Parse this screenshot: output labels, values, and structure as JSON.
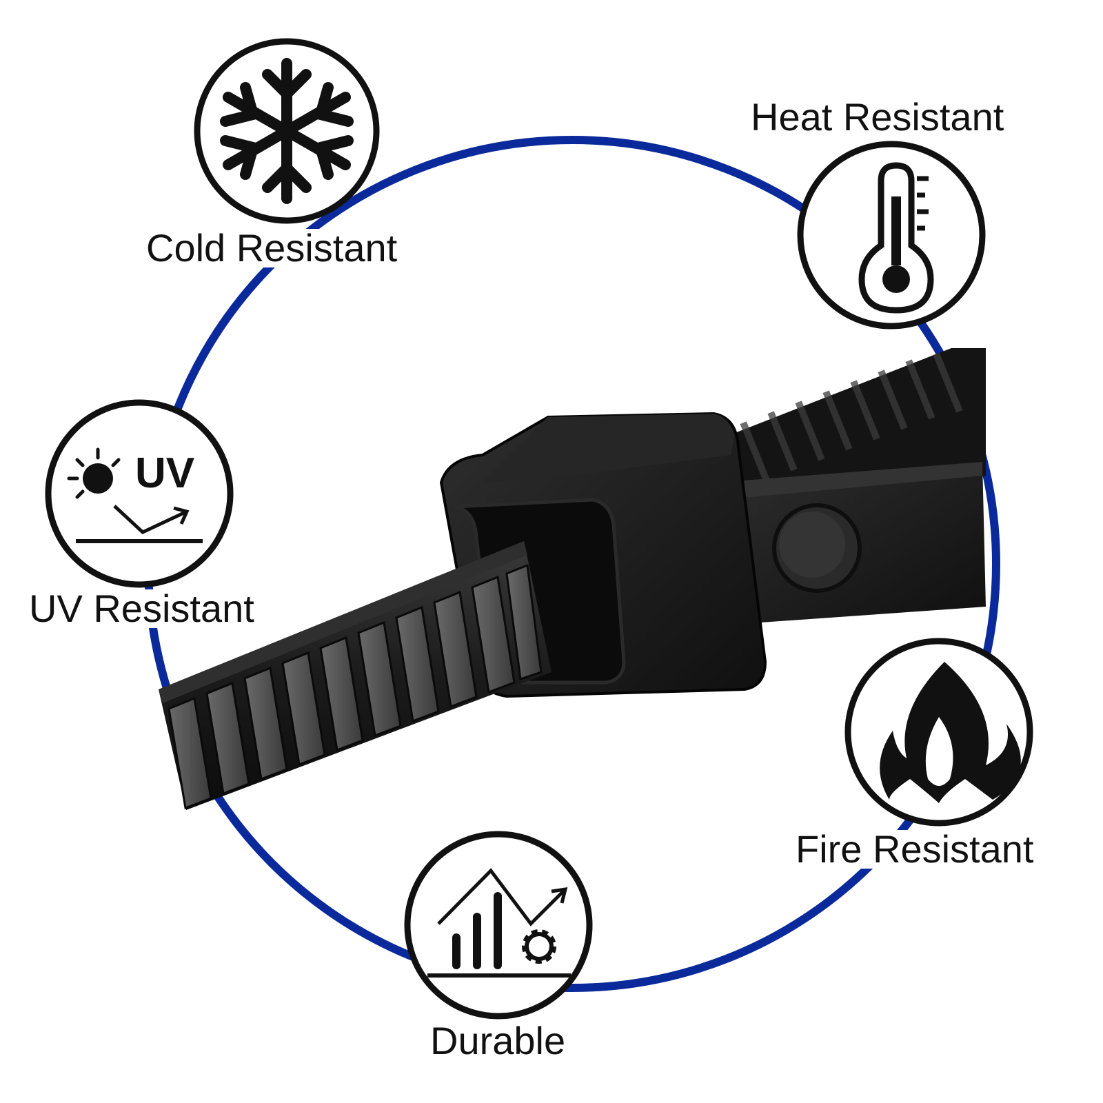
{
  "features": {
    "cold": {
      "label": "Cold Resistant",
      "icon": "snowflake-icon"
    },
    "heat": {
      "label": "Heat Resistant",
      "icon": "thermometer-icon"
    },
    "uv": {
      "label": "UV Resistant",
      "icon": "uv-icon",
      "badge_text": "UV"
    },
    "fire": {
      "label": "Fire Resistant",
      "icon": "flame-icon"
    },
    "durable": {
      "label": "Durable",
      "icon": "durability-chart-icon"
    }
  },
  "colors": {
    "ring": "#0a2a9c",
    "icon": "#111111",
    "background": "#ffffff"
  },
  "product_image": "black-cable-tie-closeup"
}
